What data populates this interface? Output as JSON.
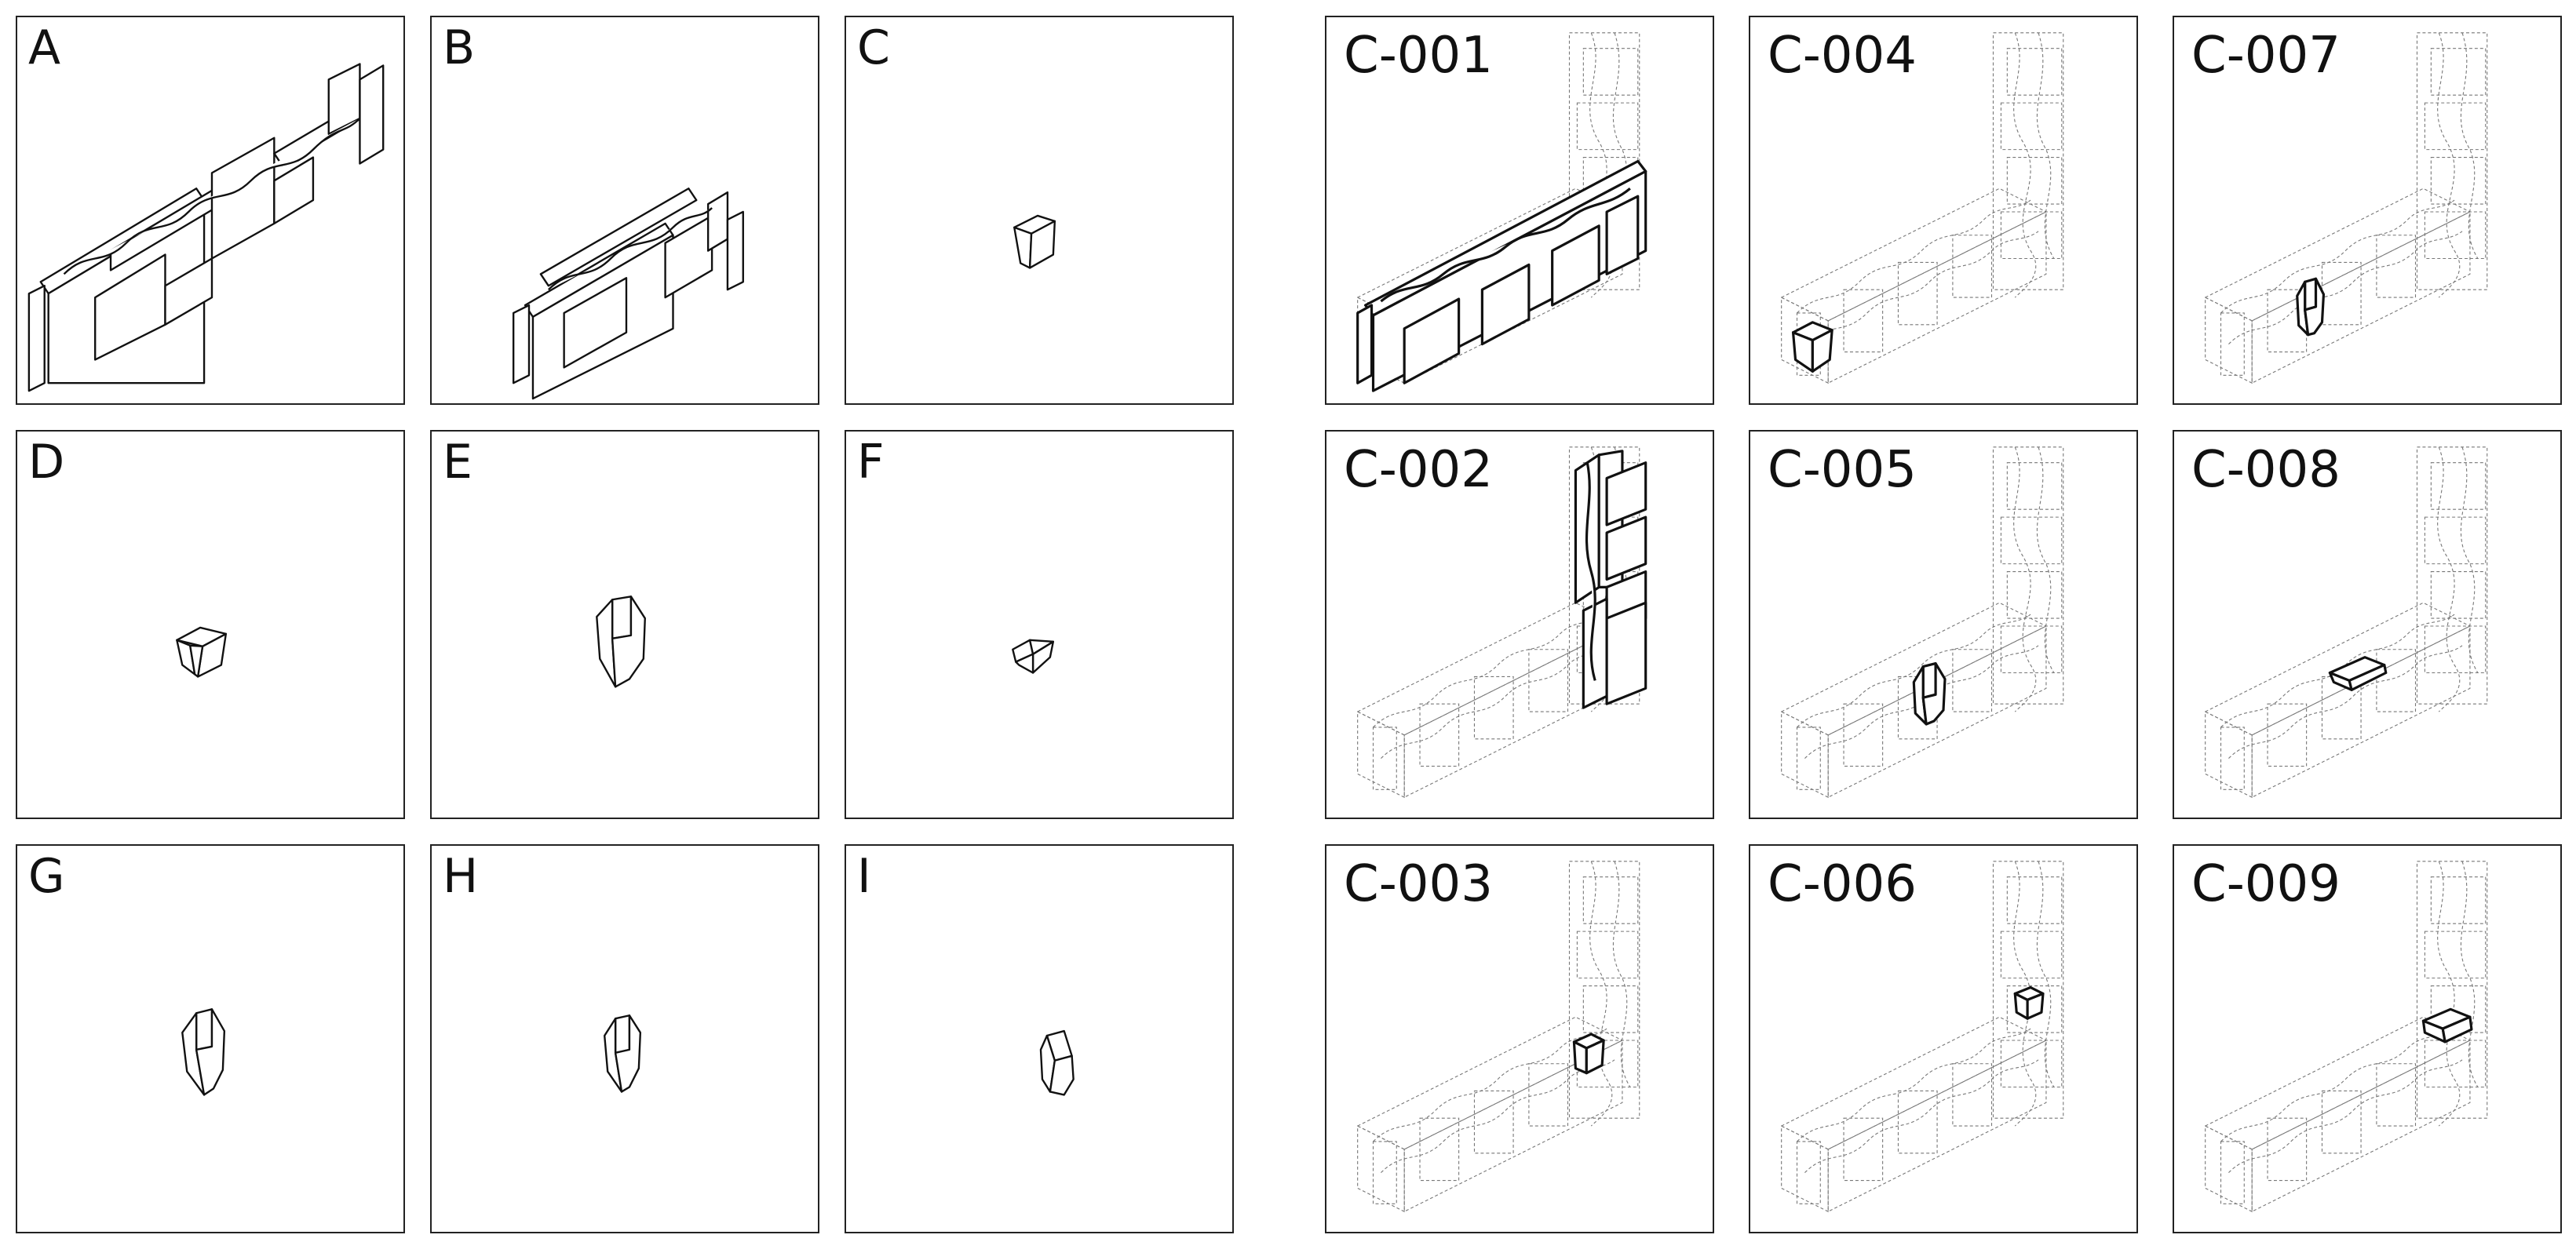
{
  "figure": {
    "letter_panels": [
      {
        "id": "A",
        "label": "A",
        "content": "full-wall"
      },
      {
        "id": "B",
        "label": "B",
        "content": "half-wall"
      },
      {
        "id": "C",
        "label": "C",
        "content": "block-small"
      },
      {
        "id": "D",
        "label": "D",
        "content": "block-notched"
      },
      {
        "id": "E",
        "label": "E",
        "content": "block-hex-large"
      },
      {
        "id": "F",
        "label": "F",
        "content": "block-wedge"
      },
      {
        "id": "G",
        "label": "G",
        "content": "block-hex"
      },
      {
        "id": "H",
        "label": "H",
        "content": "block-hex"
      },
      {
        "id": "I",
        "label": "I",
        "content": "block-tall"
      }
    ],
    "code_panels": [
      {
        "id": "C-001",
        "label": "C-001",
        "highlight": "horizontal-wall"
      },
      {
        "id": "C-004",
        "label": "C-004",
        "highlight": "block-at-start"
      },
      {
        "id": "C-007",
        "label": "C-007",
        "highlight": "block-mid-left"
      },
      {
        "id": "C-002",
        "label": "C-002",
        "highlight": "vertical-wall"
      },
      {
        "id": "C-005",
        "label": "C-005",
        "highlight": "block-mid"
      },
      {
        "id": "C-008",
        "label": "C-008",
        "highlight": "block-flat-mid"
      },
      {
        "id": "C-003",
        "label": "C-003",
        "highlight": "block-near-corner"
      },
      {
        "id": "C-006",
        "label": "C-006",
        "highlight": "block-corner-up"
      },
      {
        "id": "C-009",
        "label": "C-009",
        "highlight": "block-corner-flat"
      }
    ]
  }
}
